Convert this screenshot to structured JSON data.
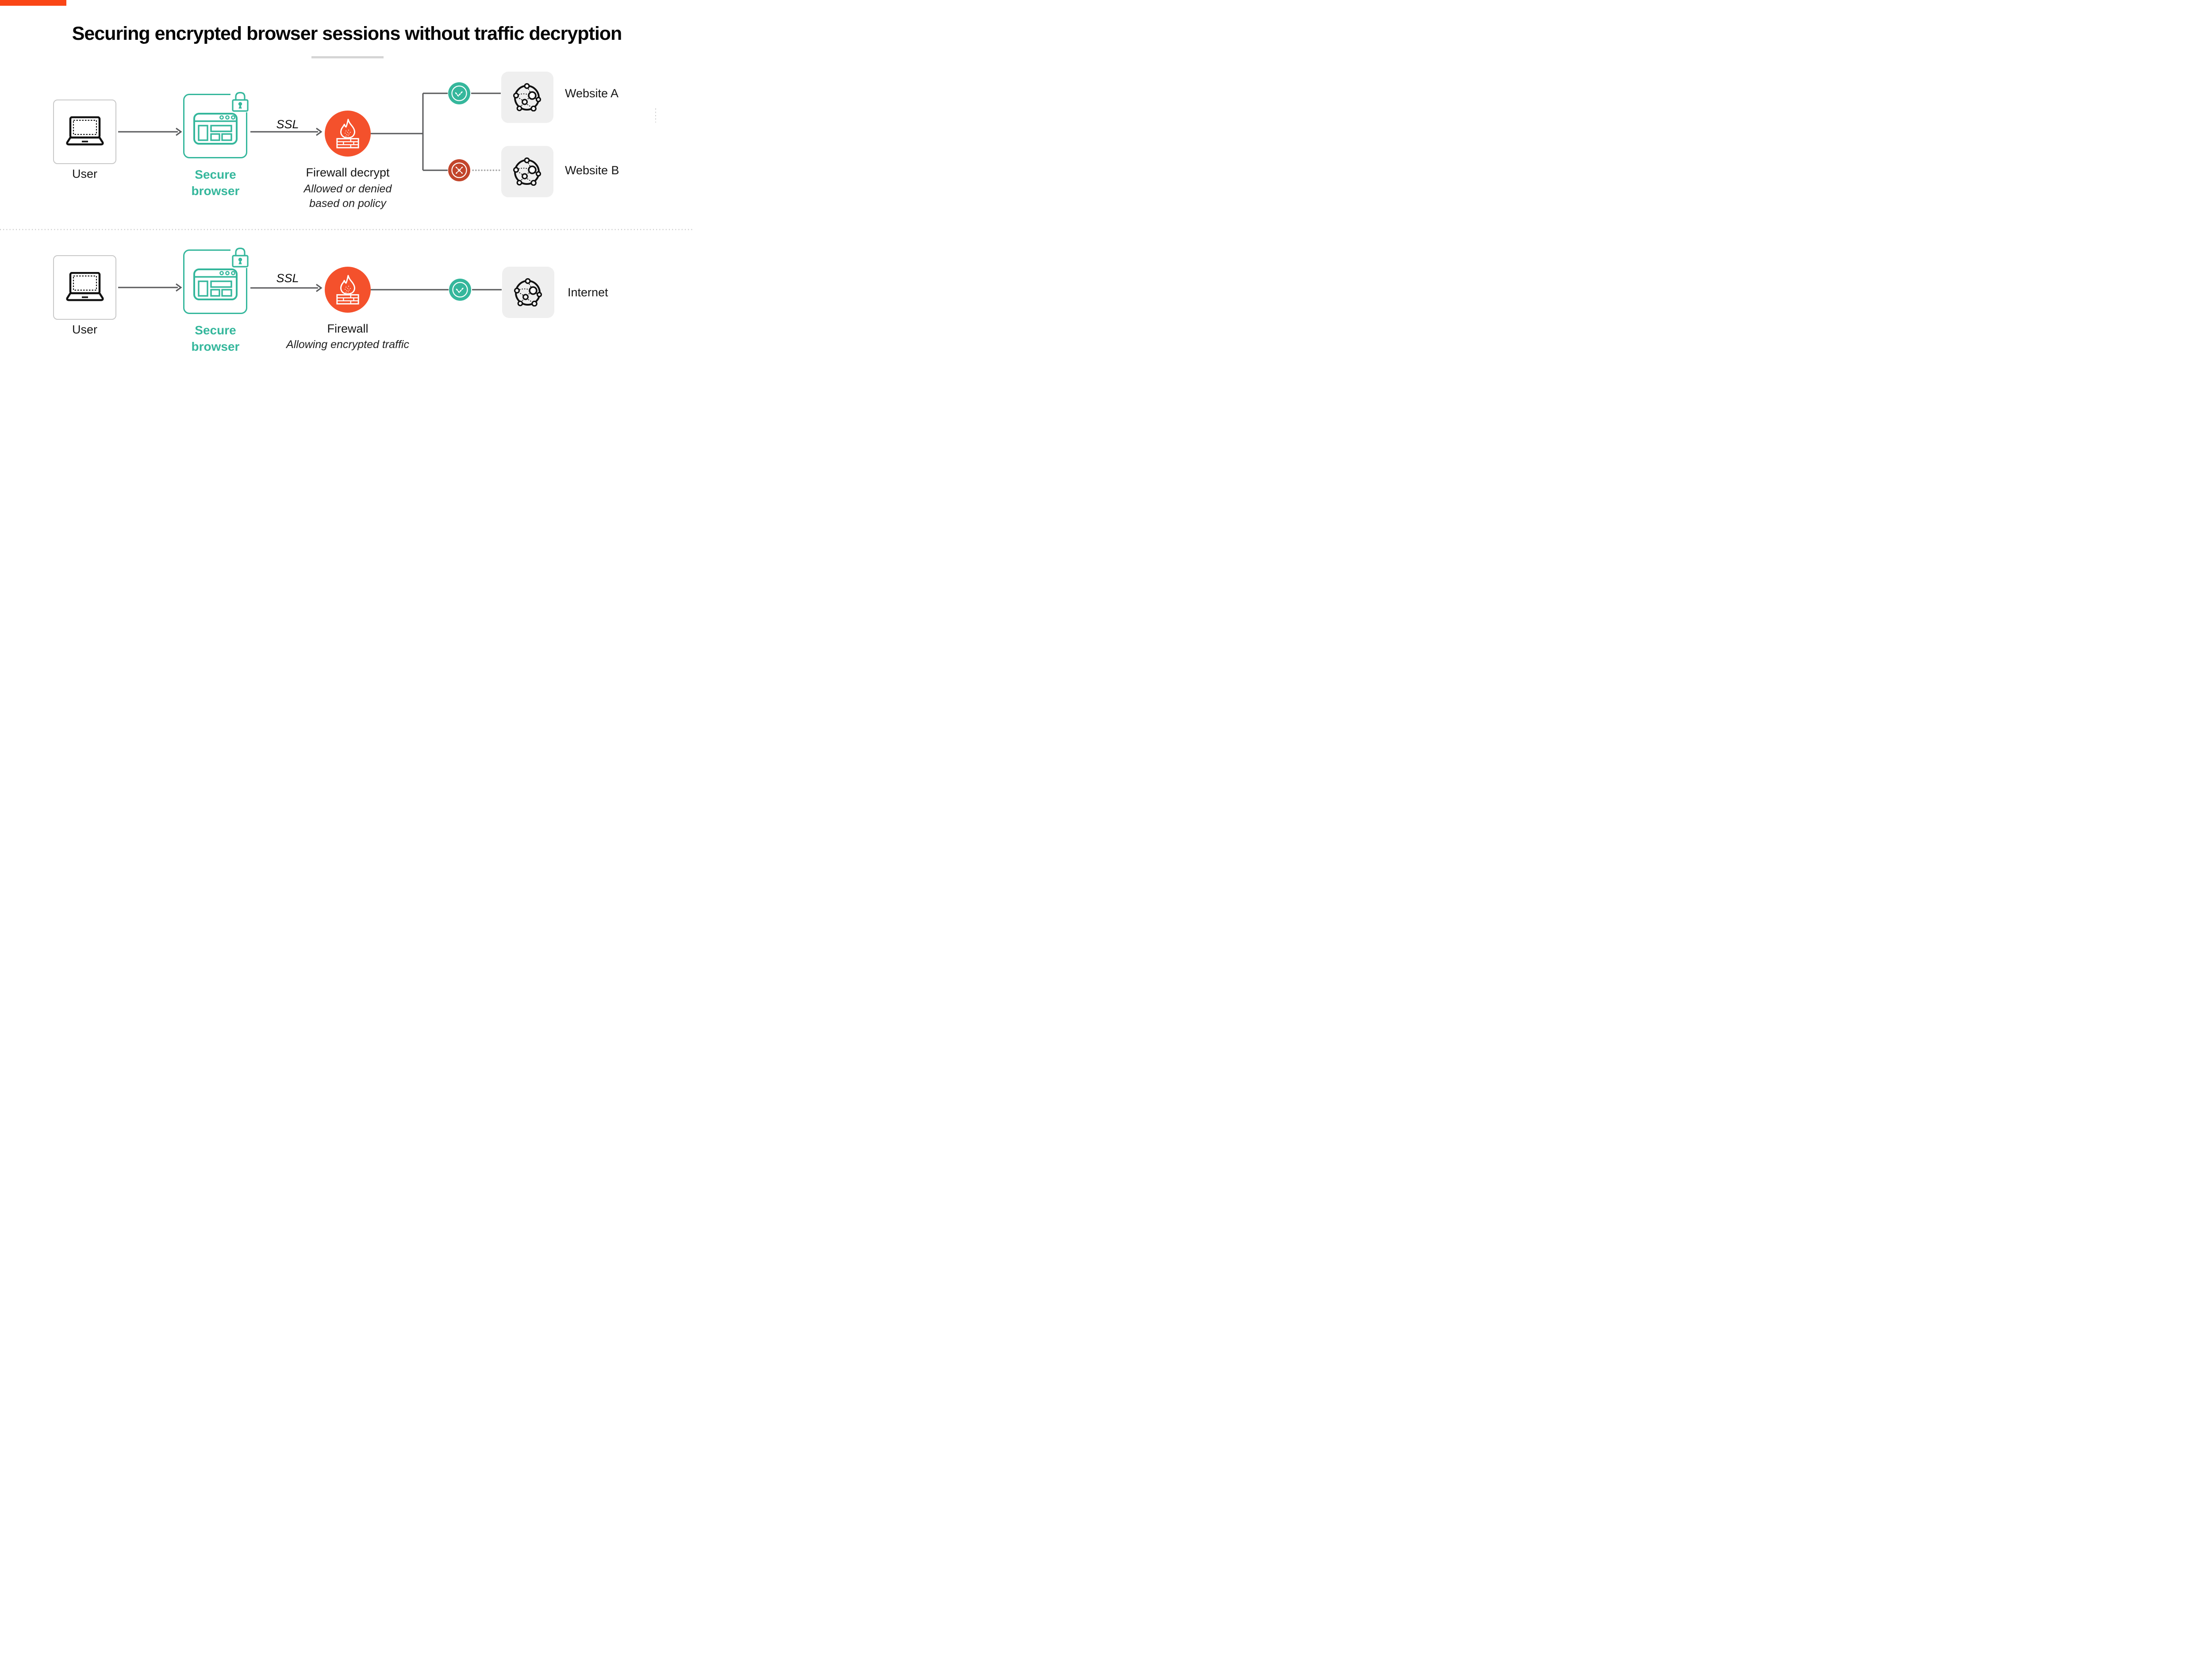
{
  "header": {
    "title": "Securing encrypted browser sessions without traffic decryption"
  },
  "colors": {
    "teal": "#35B79C",
    "firewall_orange": "#F4512C",
    "deny_red": "#C2452B",
    "connector_gray": "#58595B",
    "panel_gray": "#EFEFEF",
    "accent_orange": "#FA4616"
  },
  "icons": [
    "laptop-icon",
    "secure-browser-icon",
    "lock-icon",
    "firewall-flame-icon",
    "allowed-check-icon",
    "denied-cross-icon",
    "globe-network-icon"
  ],
  "flows": {
    "top": {
      "user_label": "User",
      "browser_label": "Secure browser",
      "ssl_label": "SSL",
      "firewall_title": "Firewall decrypt",
      "firewall_note_line1": "Allowed or denied",
      "firewall_note_line2": "based on policy",
      "website_a_label": "Website A",
      "website_b_label": "Website B"
    },
    "bottom": {
      "user_label": "User",
      "browser_label": "Secure browser",
      "ssl_label": "SSL",
      "firewall_title": "Firewall",
      "firewall_note": "Allowing encrypted traffic",
      "internet_label": "Internet"
    }
  }
}
